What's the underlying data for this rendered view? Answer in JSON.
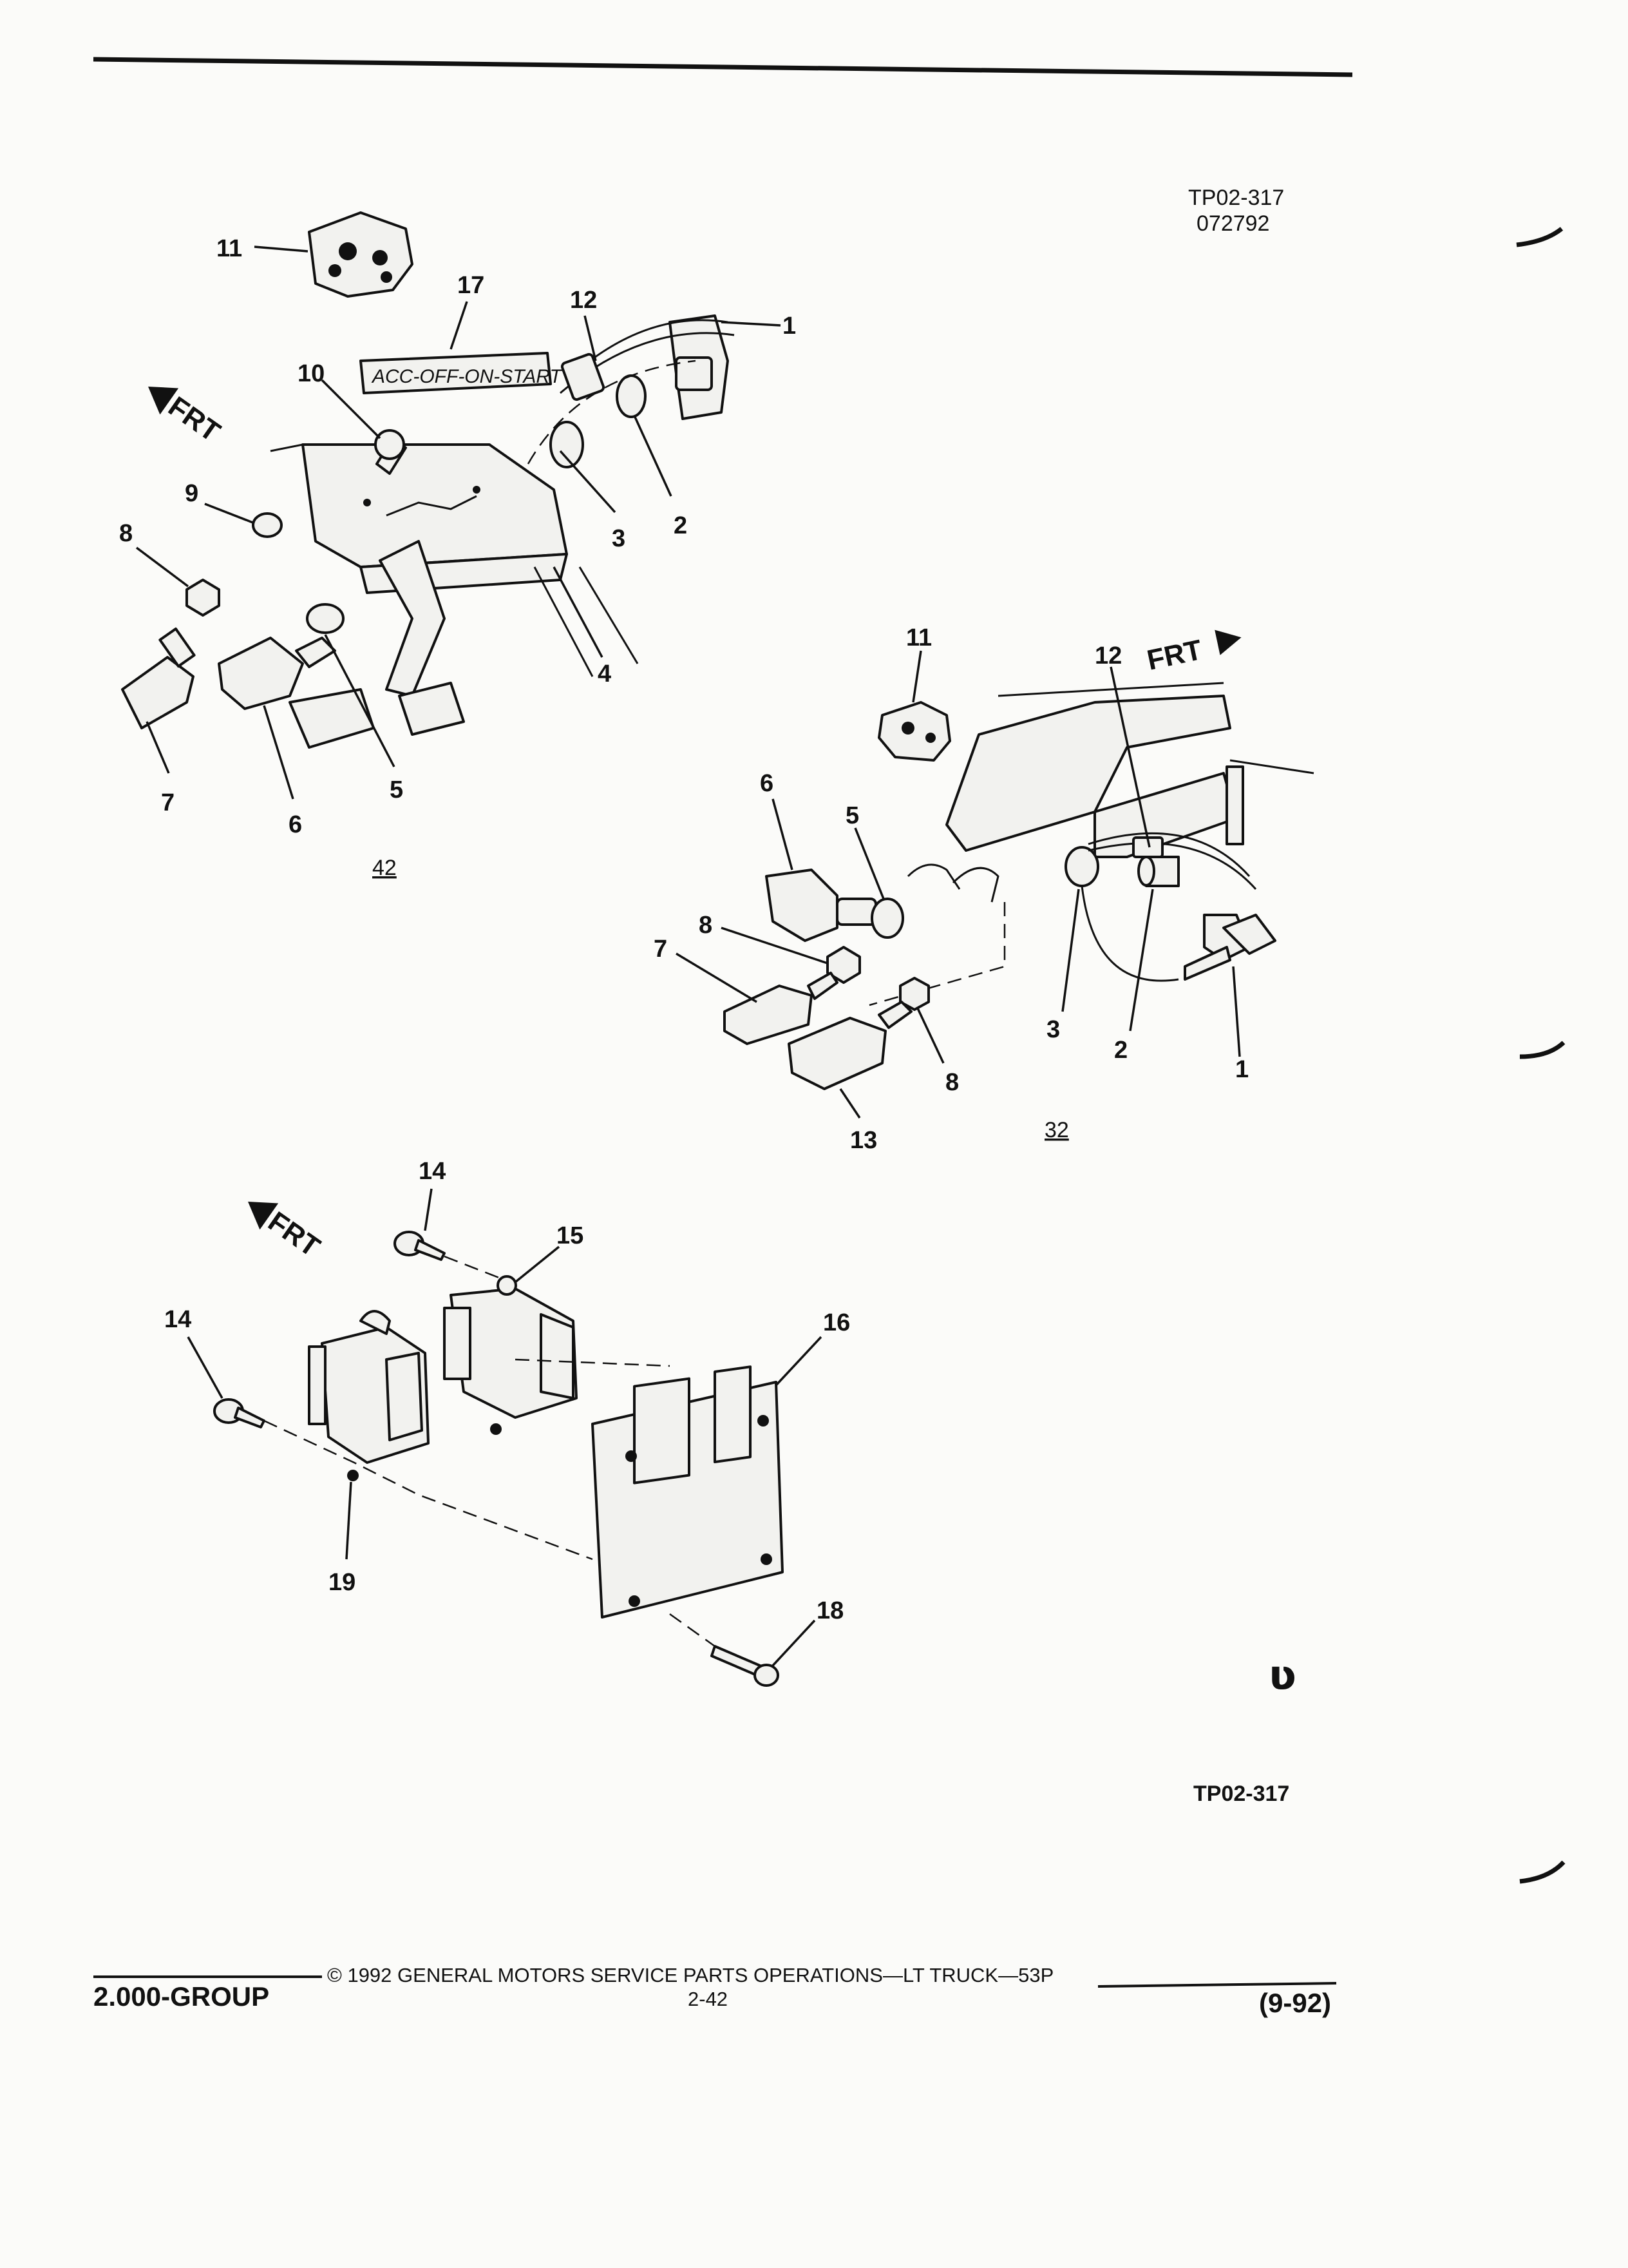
{
  "header": {
    "code": "TP02-317",
    "date": "072792"
  },
  "footer_code": "TP02-317",
  "footer": {
    "group": "2.000-GROUP",
    "copyright": "© 1992 GENERAL MOTORS SERVICE PARTS OPERATIONS—LT TRUCK—53P",
    "page": "2-42",
    "date": "(9-92)"
  },
  "views": {
    "view42": {
      "id": "42",
      "ignition_label": "ACC-OFF-ON-START",
      "frt": "FRT",
      "callouts": [
        "11",
        "17",
        "12",
        "1",
        "10",
        "9",
        "8",
        "3",
        "2",
        "4",
        "7",
        "6",
        "5"
      ]
    },
    "view32": {
      "id": "32",
      "frt": "FRT",
      "callouts": [
        "11",
        "12",
        "6",
        "5",
        "8",
        "7",
        "3",
        "2",
        "1",
        "8",
        "13"
      ]
    },
    "view_switch": {
      "frt": "FRT",
      "callouts": [
        "14",
        "15",
        "14",
        "16",
        "19",
        "18"
      ]
    }
  },
  "page_mark": "ʋ"
}
